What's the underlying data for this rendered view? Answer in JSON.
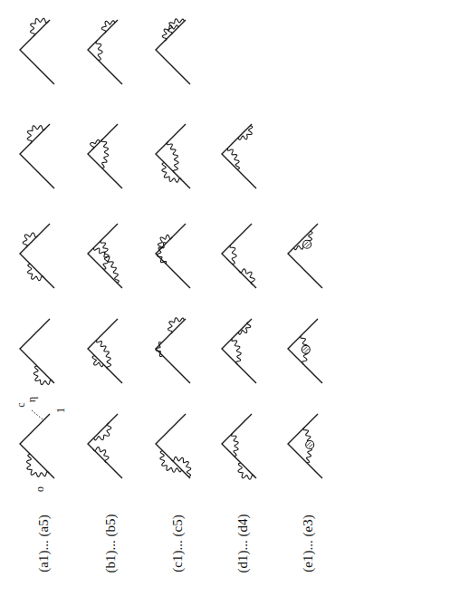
{
  "diagram": {
    "labels": [
      "(a1)... (a5)",
      "(b1)... (b5)",
      "(c1)... (c5)",
      "(d1)... (d4)",
      "(e1)... (e3)",
      "o",
      "1",
      "c",
      "η"
    ]
  }
}
